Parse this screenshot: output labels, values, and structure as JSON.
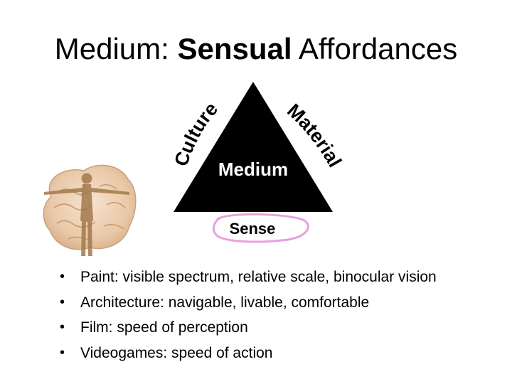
{
  "slide": {
    "title": {
      "prefix": "Medium: ",
      "bold": "Sensual",
      "suffix": " Affordances"
    }
  },
  "diagram": {
    "center_label": "Medium",
    "left_side_label": "Culture",
    "right_side_label": "Material",
    "bottom_label": "Sense",
    "colors": {
      "triangle": "#000000",
      "triangle_text": "#ffffff",
      "sense_highlight": "#e8a0e0"
    }
  },
  "illustration": {
    "icon": "brain-with-human-figure"
  },
  "bullets": [
    "Paint: visible spectrum, relative scale, binocular vision",
    "Architecture: navigable, livable, comfortable",
    "Film: speed of perception",
    "Videogames: speed of action"
  ]
}
